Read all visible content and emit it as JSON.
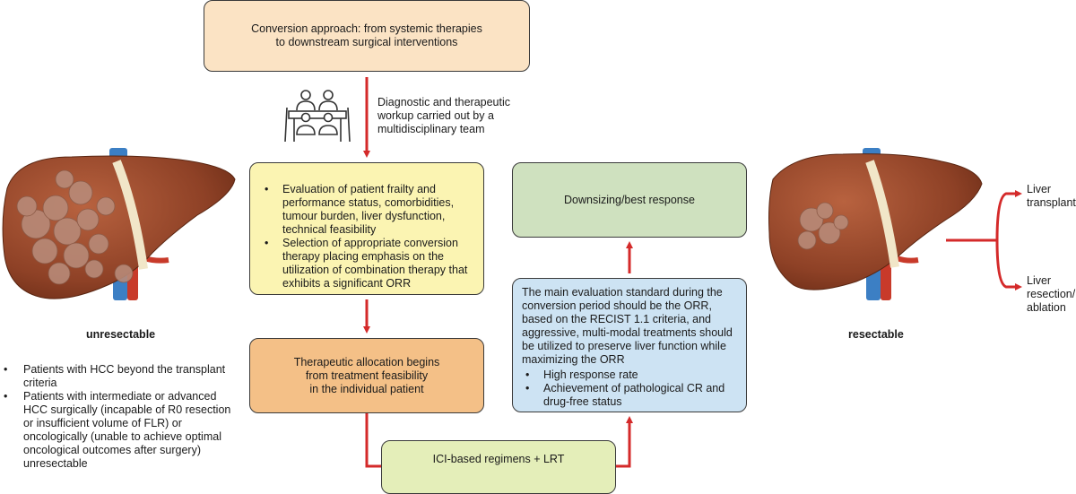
{
  "top_box": {
    "line1": "Conversion approach: from systemic therapies",
    "line2": "to downstream surgical interventions"
  },
  "team_caption": {
    "line1": "Diagnostic and therapeutic",
    "line2": "workup carried out by a",
    "line3": "multidisciplinary team"
  },
  "evaluation_box": {
    "items": [
      "Evaluation of patient frailty and performance status, comorbidities, tumour burden, liver dysfunction, technical feasibility",
      "Selection of appropriate conversion therapy placing emphasis on the utilization of combination therapy that exhibits a significant ORR"
    ]
  },
  "downsizing_box": {
    "label": "Downsizing/best response"
  },
  "allocation_box": {
    "line1": "Therapeutic allocation begins",
    "line2": "from treatment feasibility",
    "line3": "in the individual patient"
  },
  "main_standard_box": {
    "text": "The main evaluation standard during the conversion period should be the ORR, based on the RECIST 1.1 criteria, and aggressive, multi-modal treatments should be utilized to preserve liver function while maximizing the ORR",
    "items": [
      "High response rate",
      "Achievement of pathological CR and drug-free status"
    ]
  },
  "ici_box": {
    "label": "ICI-based regimens + LRT"
  },
  "left_liver": {
    "label": "unresectable",
    "items": [
      "Patients with HCC beyond the transplant criteria",
      "Patients with intermediate or advanced HCC surgically (incapable of R0 resection or insufficient volume of FLR) or oncologically (unable to achieve optimal oncological outcomes after surgery) unresectable"
    ]
  },
  "right_liver": {
    "label": "resectable"
  },
  "outcomes": {
    "transplant": {
      "line1": "Liver",
      "line2": "transplant"
    },
    "resection": {
      "line1": "Liver",
      "line2": "resection/",
      "line3": "ablation"
    }
  },
  "colors": {
    "arrow": "#d42a2a",
    "top_box": "#fbe3c4",
    "evaluation_box": "#fbf4b2",
    "downsizing_box": "#cfe1bf",
    "allocation_box": "#f4c087",
    "main_box": "#cde3f3",
    "ici_box": "#e4eeb9",
    "liver": "#9b4a2e"
  }
}
